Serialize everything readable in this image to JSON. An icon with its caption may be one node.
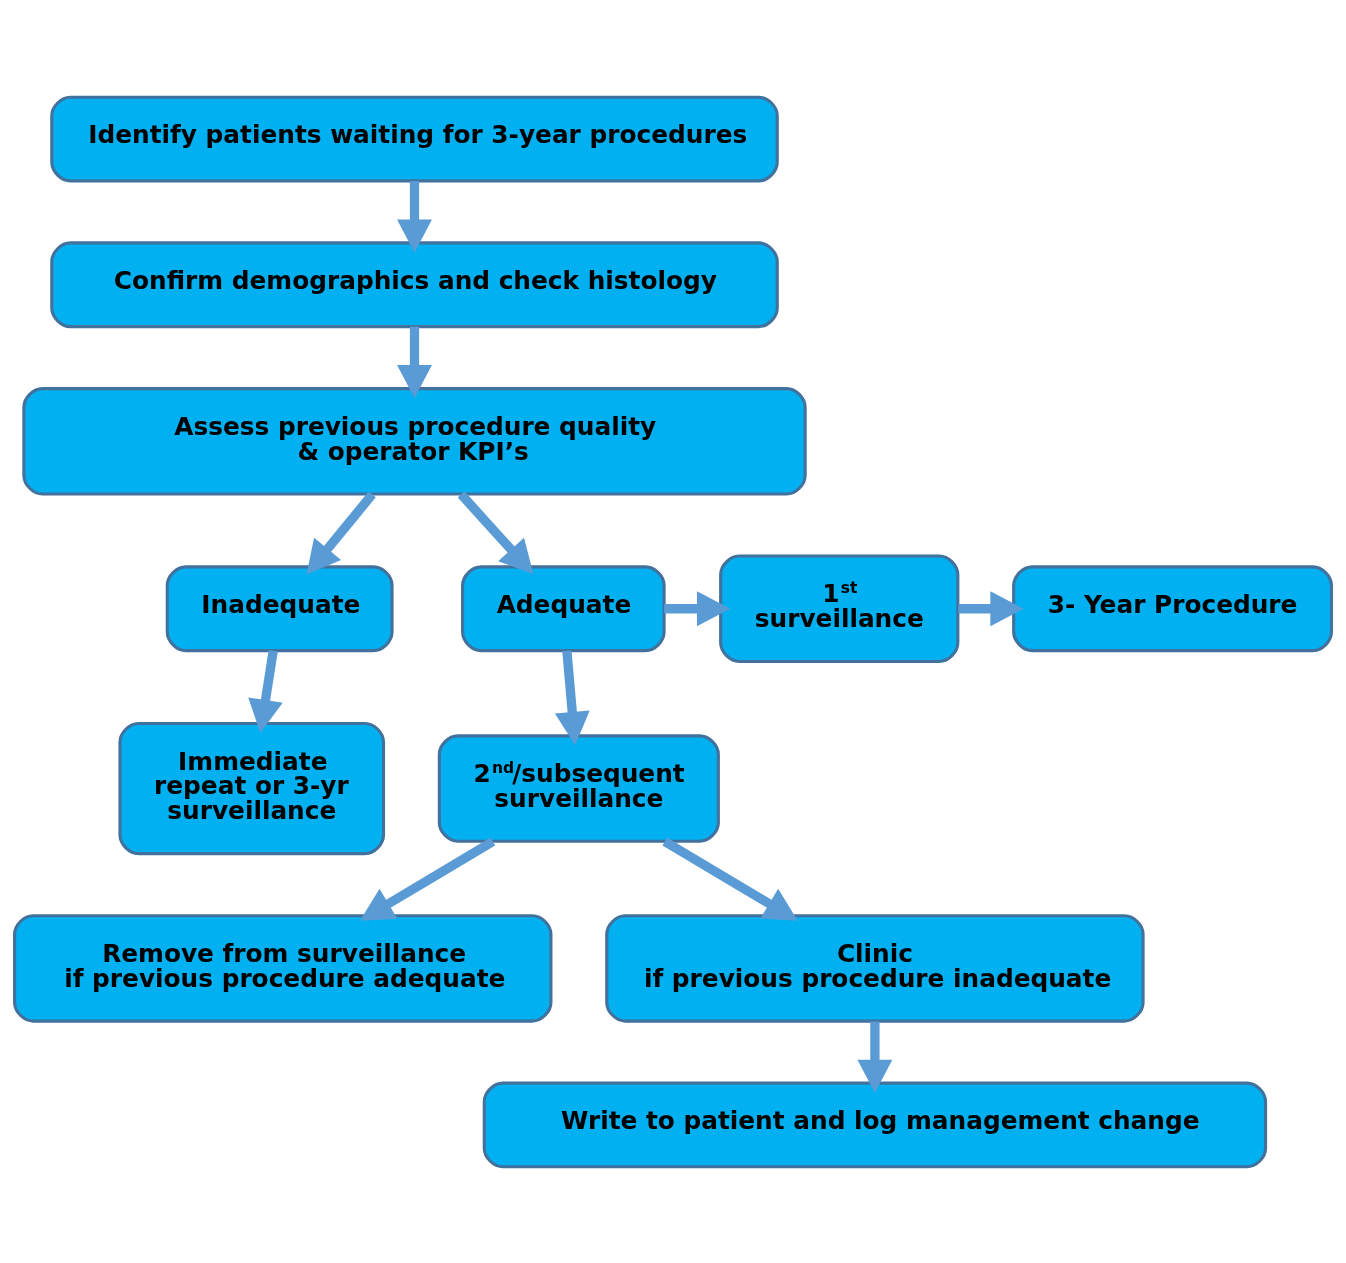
{
  "diagram": {
    "nodes": [
      {
        "text": [
          "Identify patients waiting for 3-year procedures"
        ]
      },
      {
        "text": [
          "Confirm demographics and check histology"
        ]
      },
      {
        "text": [
          "Assess previous procedure quality & operator KPI’s"
        ]
      },
      {
        "text": [
          "Inadequate"
        ]
      },
      {
        "text": [
          "Adequate"
        ]
      },
      {
        "text": [
          "1$^{st}$ surveillance"
        ]
      },
      {
        "text": [
          "3- Year Procedure"
        ]
      },
      {
        "text": [
          "Immediate repeat or 3-yr surveillance"
        ]
      },
      {
        "text": [
          "2$^{nd}$/subsequent surveillance"
        ]
      },
      {
        "text": [
          "Remove from surveillance if previous procedure adequate"
        ]
      },
      {
        "text": [
          "Clinic if previous procedure inadequate"
        ]
      },
      {
        "text": [
          "Write to patient and log management change"
        ]
      }
    ],
    "edges": [
      {
        "from": 0,
        "to": 1,
        "arrow": "to"
      },
      {
        "from": 1,
        "to": 2,
        "arrow": "to"
      },
      {
        "from": 2,
        "to": 3,
        "arrow": "to"
      },
      {
        "from": 2,
        "to": 4,
        "arrow": "to"
      },
      {
        "from": 4,
        "to": 5,
        "arrow": "to"
      },
      {
        "from": 5,
        "to": 6,
        "arrow": "to"
      },
      {
        "from": 3,
        "to": 7,
        "arrow": "to"
      },
      {
        "from": 4,
        "to": 8,
        "arrow": "to"
      },
      {
        "from": 8,
        "to": 9,
        "arrow": "to"
      },
      {
        "from": 8,
        "to": 10,
        "arrow": "to"
      },
      {
        "from": 10,
        "to": 11,
        "arrow": "to"
      }
    ]
  }
}
